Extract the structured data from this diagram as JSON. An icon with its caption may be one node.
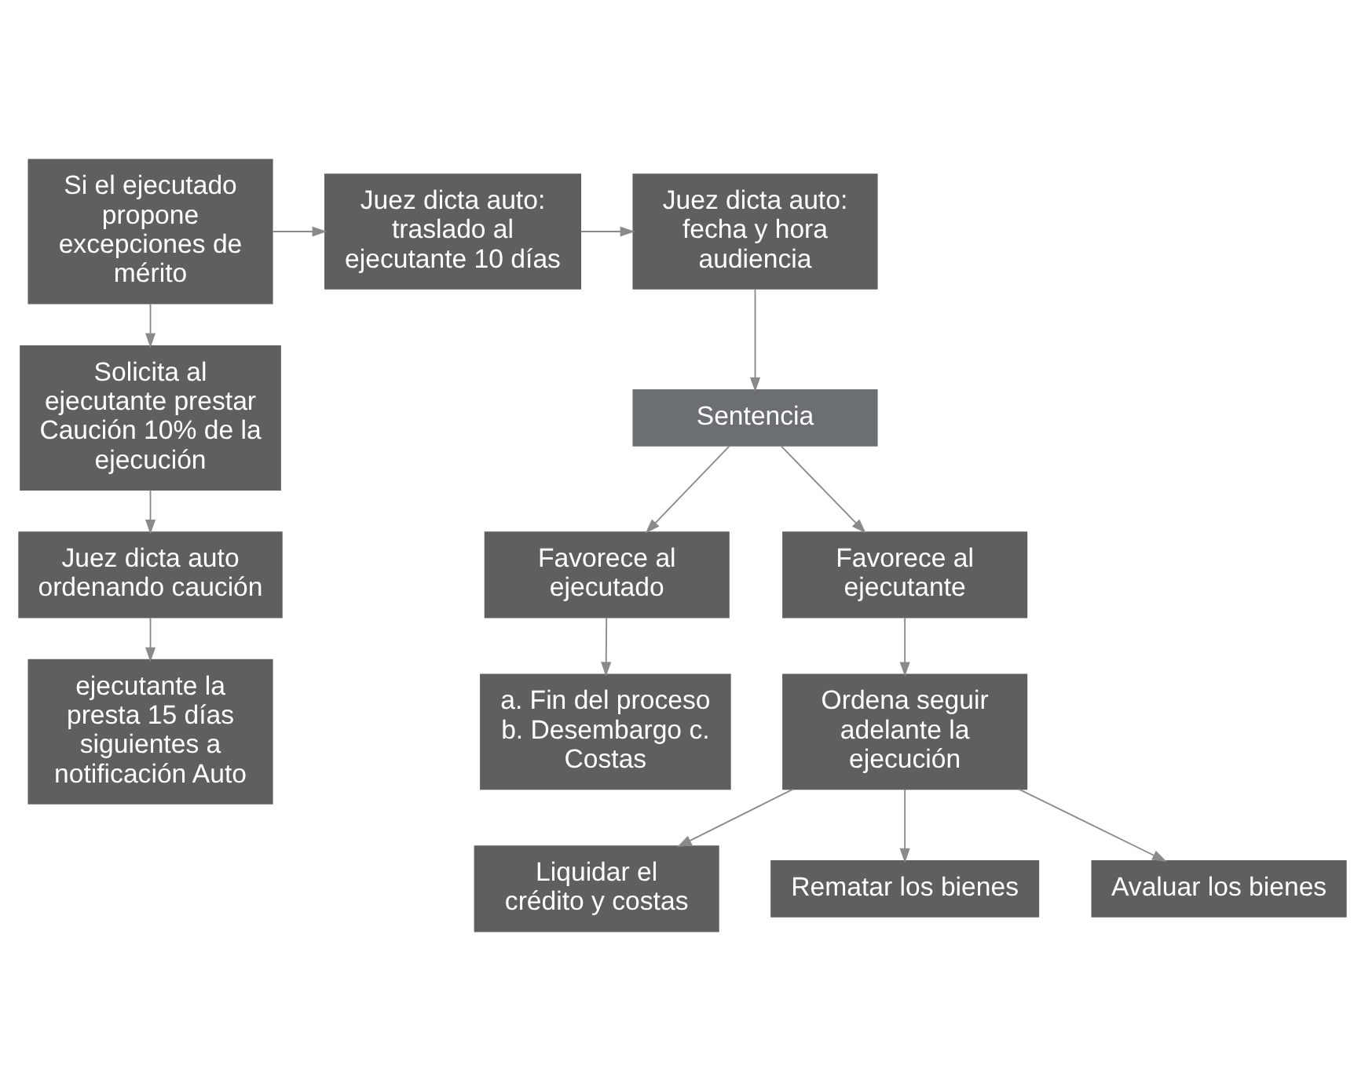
{
  "diagram": {
    "nodes": [
      {
        "text": [
          "Si el ejecutado propone excepciones de mérito"
        ]
      },
      {
        "text": [
          "Juez dicta auto: traslado al ejecutante 10 días"
        ]
      },
      {
        "text": [
          "Juez dicta auto: fecha y hora audiencia"
        ]
      },
      {
        "text": [
          "Solicita al ejecutante prestar Caución 10% de la ejecución"
        ]
      },
      {
        "text": [
          "Sentencia"
        ]
      },
      {
        "text": [
          "Juez dicta auto ordenando caución"
        ]
      },
      {
        "text": [
          "Favorece al ejecutado"
        ]
      },
      {
        "text": [
          "Favorece al ejecutante"
        ]
      },
      {
        "text": [
          "a. Fin del proceso b. Desembargo c. Costas"
        ]
      },
      {
        "text": [
          "ejecutante la presta 15 días siguientes a notificación Auto"
        ]
      },
      {
        "text": [
          "Ordena seguir adelante la ejecución"
        ]
      },
      {
        "text": [
          "Liquidar el crédito y costas"
        ]
      },
      {
        "text": [
          "Rematar los bienes"
        ]
      },
      {
        "text": [
          "Avaluar los bienes"
        ]
      }
    ],
    "edges": [
      {
        "from": 0,
        "to": 1,
        "arrow": "to"
      },
      {
        "from": 1,
        "to": 2,
        "arrow": "to"
      },
      {
        "from": 0,
        "to": 3,
        "arrow": "to"
      },
      {
        "from": 3,
        "to": 5,
        "arrow": "to"
      },
      {
        "from": 5,
        "to": 9,
        "arrow": "to"
      },
      {
        "from": 2,
        "to": 4,
        "arrow": "to"
      },
      {
        "from": 4,
        "to": 6,
        "arrow": "to"
      },
      {
        "from": 4,
        "to": 7,
        "arrow": "to"
      },
      {
        "from": 6,
        "to": 8,
        "arrow": "to"
      },
      {
        "from": 7,
        "to": 10,
        "arrow": "to"
      },
      {
        "from": 10,
        "to": 11,
        "arrow": "to"
      },
      {
        "from": 10,
        "to": 13,
        "arrow": "to"
      },
      {
        "from": 10,
        "to": 12,
        "arrow": "to"
      }
    ]
  }
}
